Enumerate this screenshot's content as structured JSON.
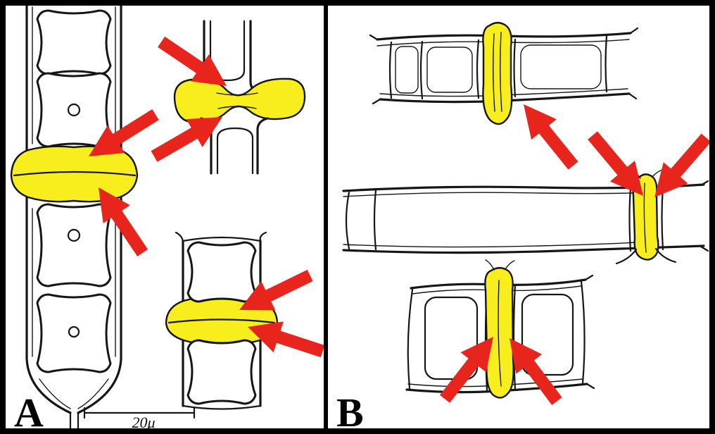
{
  "figure": {
    "panel_a": {
      "label": "A",
      "scale_bar_label": "20μ"
    },
    "panel_b": {
      "label": "B"
    },
    "colors": {
      "highlight_yellow": "#f8ee1e",
      "arrow_red": "#e8251c",
      "ink": "#161616",
      "frame": "#000000",
      "paper": "#ffffff"
    }
  }
}
